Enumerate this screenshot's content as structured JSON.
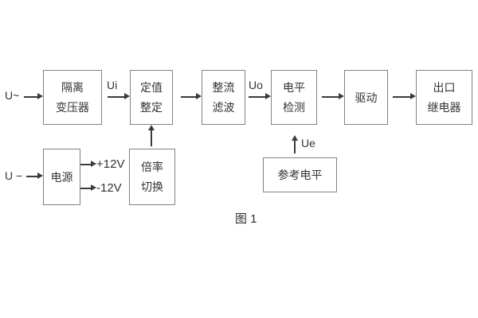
{
  "figure": {
    "caption": "图 1"
  },
  "inputs": {
    "ac_label": "U~",
    "dc_label": "U −"
  },
  "signal_labels": {
    "ui": "Ui",
    "uo": "Uo",
    "ue": "Ue",
    "plus12": "+12V",
    "minus12": "-12V"
  },
  "blocks": {
    "isolation_transformer": {
      "line1": "隔离",
      "line2": "变压器"
    },
    "setpoint_adjust": {
      "line1": "定值",
      "line2": "整定"
    },
    "rectify_filter": {
      "line1": "整流",
      "line2": "滤波"
    },
    "level_detect": {
      "line1": "电平",
      "line2": "检测"
    },
    "drive": {
      "label": "驱动"
    },
    "output_relay": {
      "line1": "出口",
      "line2": "继电器"
    },
    "power": {
      "label": "电源"
    },
    "ratio_switch": {
      "line1": "倍率",
      "line2": "切换"
    },
    "reference_level": {
      "label": "参考电平"
    }
  },
  "colors": {
    "background": "#ffffff",
    "box_border": "#828282",
    "line": "#3b3b3b",
    "text": "#333333"
  }
}
